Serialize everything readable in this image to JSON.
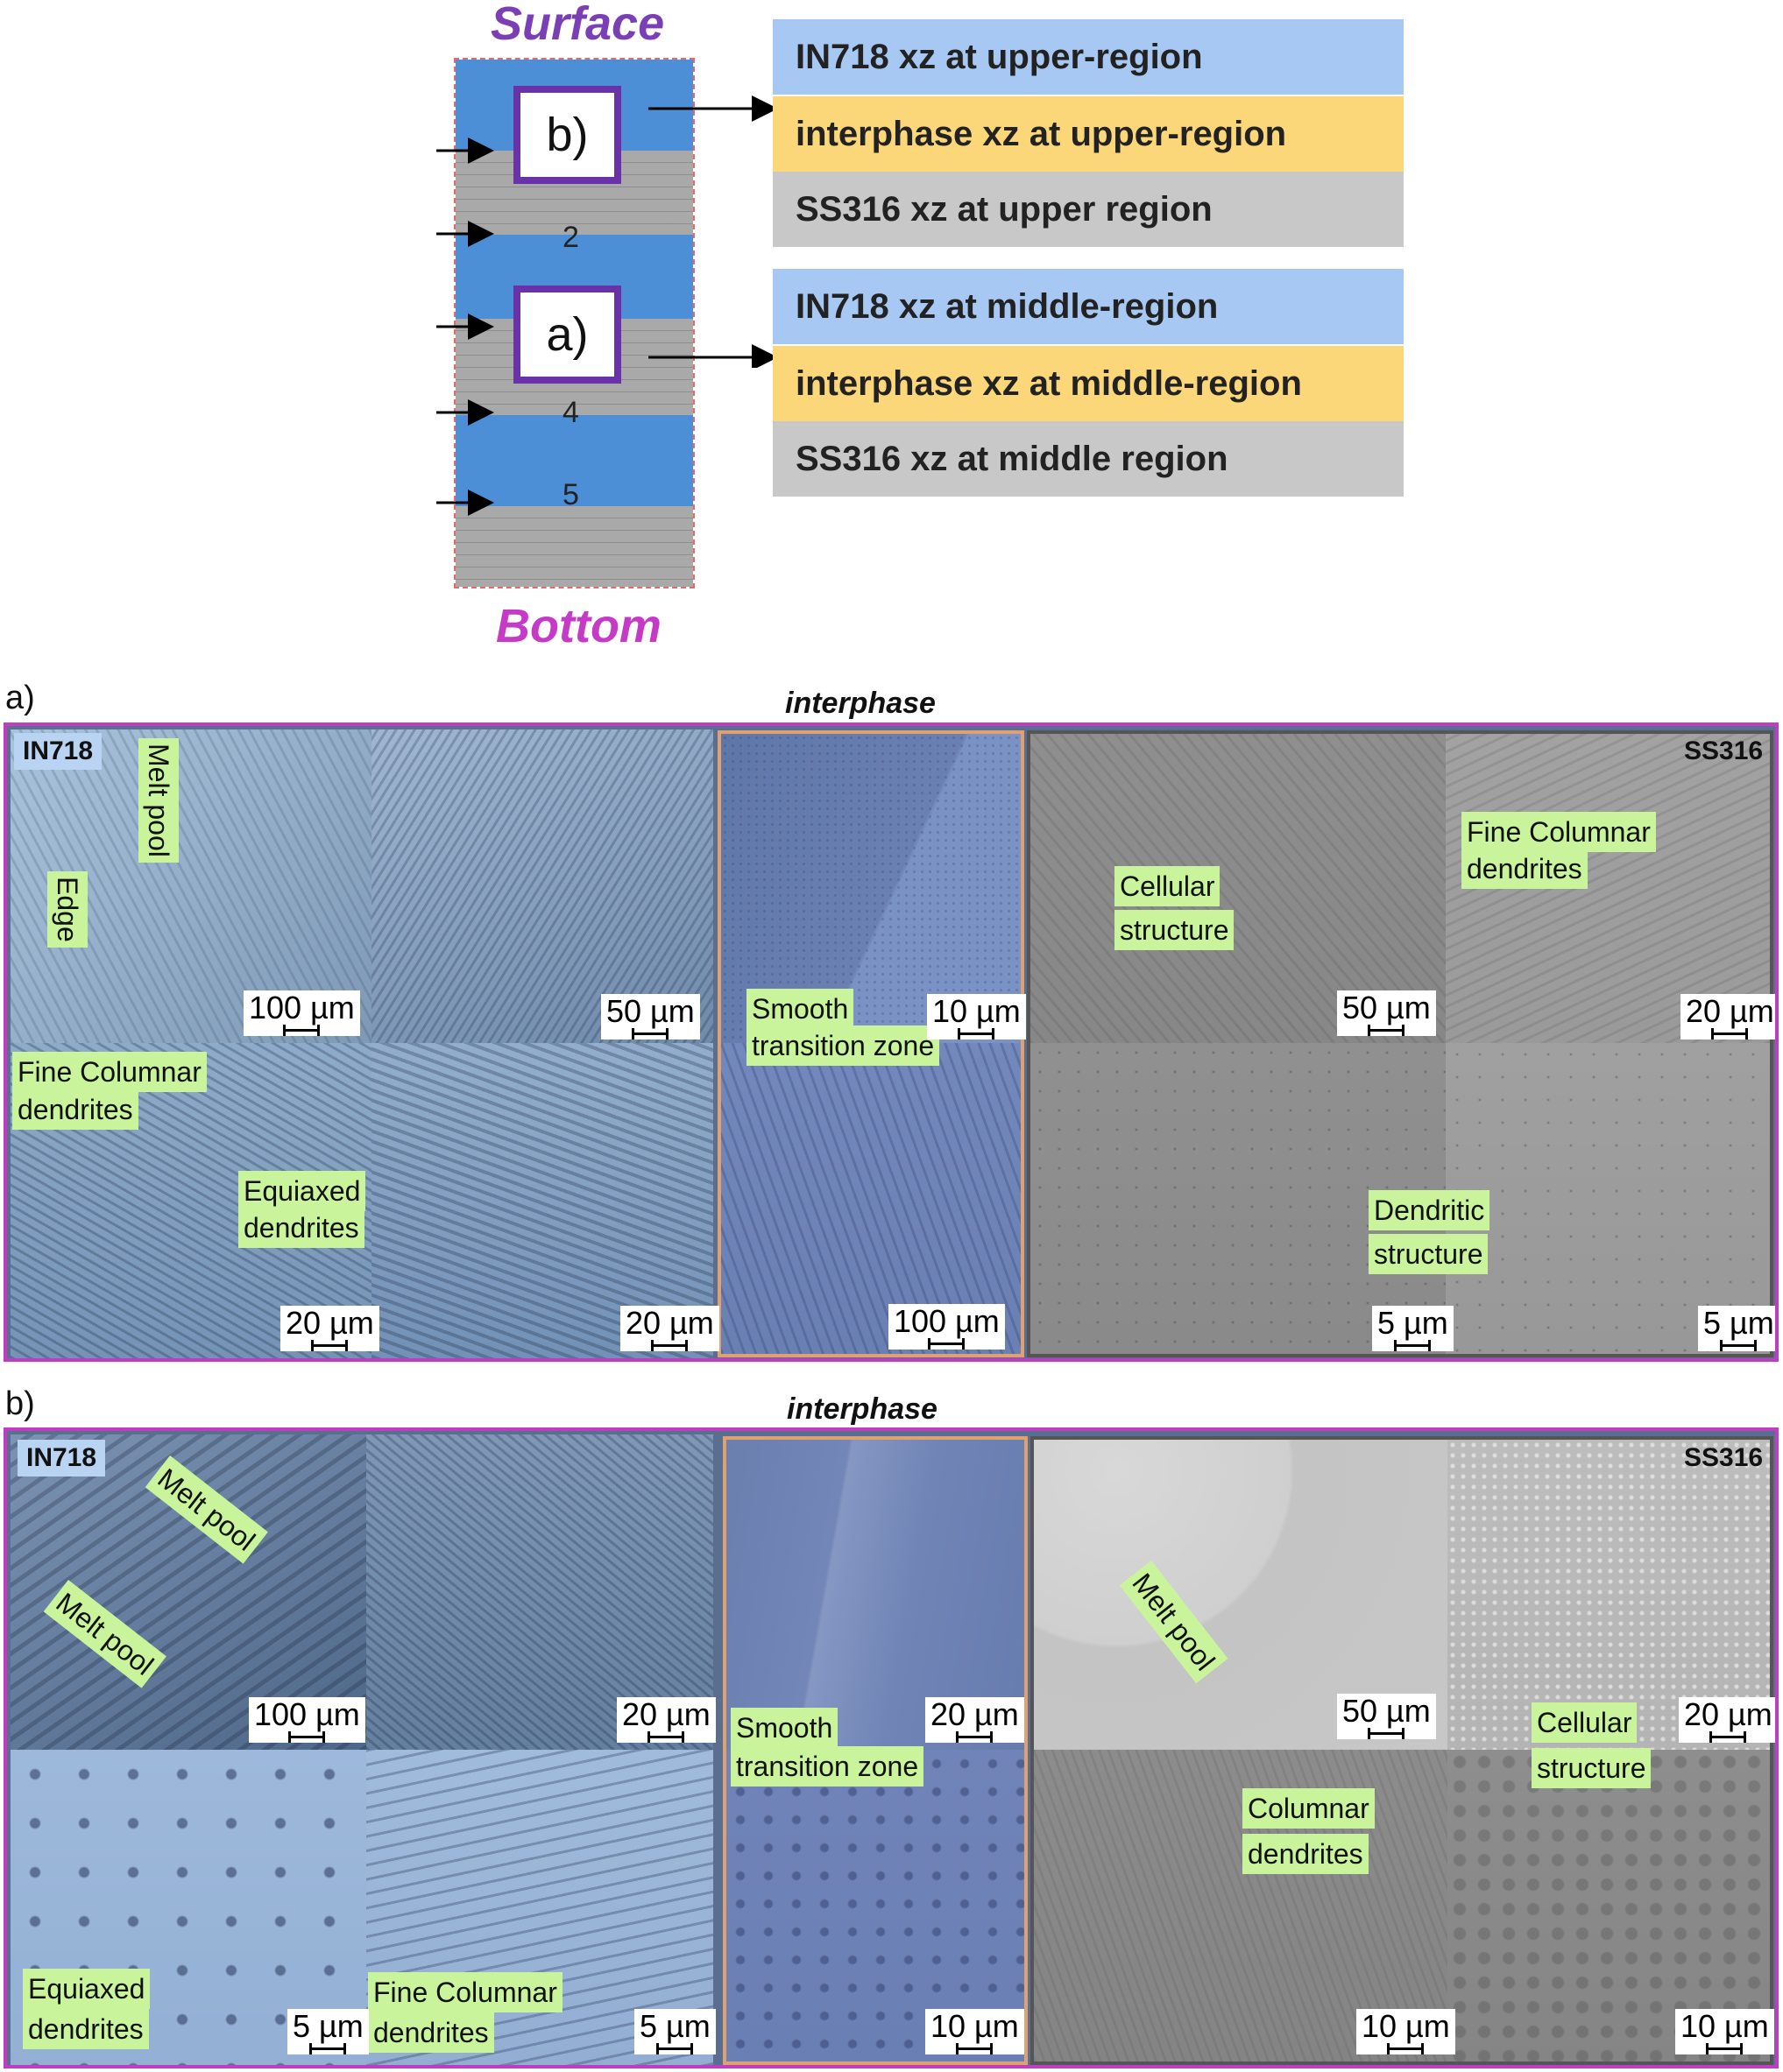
{
  "schematic": {
    "surface_label": "Surface",
    "bottom_label": "Bottom",
    "layer_numbers": [
      "2",
      "4",
      "5"
    ],
    "box_b": "b)",
    "box_a": "a)",
    "legend_upper": [
      "IN718 xz at upper-region",
      "interphase xz at upper-region",
      "SS316 xz at upper region"
    ],
    "legend_middle": [
      "IN718 xz at middle-region",
      "interphase xz at middle-region",
      "SS316 xz at middle region"
    ]
  },
  "panel_a": {
    "letter": "a)",
    "title": "interphase",
    "in718_label": "IN718",
    "ss316_label": "SS316",
    "annotations": {
      "melt_pool": "Melt pool",
      "edge": "Edge",
      "fine_columnar_1": "Fine Columnar",
      "fine_columnar_2": "dendrites",
      "equiaxed_1": "Equiaxed",
      "equiaxed_2": "dendrites",
      "smooth_1": "Smooth",
      "smooth_2": "transition zone",
      "cellular_1": "Cellular",
      "cellular_2": "structure",
      "ss_fine_col_1": "Fine Columnar",
      "ss_fine_col_2": "dendrites",
      "dendritic_1": "Dendritic",
      "dendritic_2": "structure"
    },
    "scales": [
      "100 µm",
      "50 µm",
      "20 µm",
      "20 µm",
      "10 µm",
      "100 µm",
      "50 µm",
      "20 µm",
      "5 µm",
      "5 µm"
    ]
  },
  "panel_b": {
    "letter": "b)",
    "title": "interphase",
    "in718_label": "IN718",
    "ss316_label": "SS316",
    "annotations": {
      "melt_pool_a": "Melt pool",
      "melt_pool_b": "Melt pool",
      "equiaxed_1": "Equiaxed",
      "equiaxed_2": "dendrites",
      "fine_columnar_1": "Fine Columnar",
      "fine_columnar_2": "dendrites",
      "smooth_1": "Smooth",
      "smooth_2": "transition zone",
      "ss_melt_pool": "Melt pool",
      "cellular_1": "Cellular",
      "cellular_2": "structure",
      "columnar_1": "Columnar",
      "columnar_2": "dendrites"
    },
    "scales": [
      "100 µm",
      "20 µm",
      "5 µm",
      "5 µm",
      "20 µm",
      "10 µm",
      "50 µm",
      "20 µm",
      "10 µm",
      "10 µm"
    ]
  },
  "colors": {
    "in718_blue": "#4d8fd6",
    "legend_blue": "#a7c8f2",
    "legend_yellow": "#fbd77a",
    "legend_gray": "#c8c8c8",
    "selection_purple": "#6a32a8",
    "panel_border": "#c03cc0",
    "tag_green": "#c9f49b",
    "surface_purple": "#7b3fb5",
    "bottom_magenta": "#c53bc7"
  }
}
